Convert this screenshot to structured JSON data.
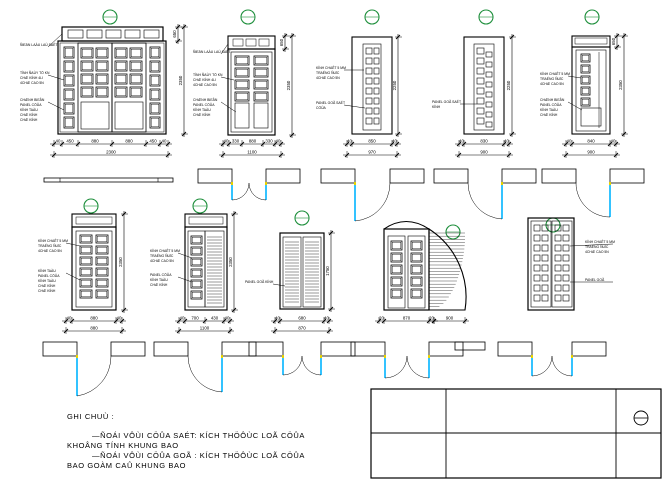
{
  "sheet": {
    "notes_title": "GHI CHUÙ :",
    "notes_line1": "—ÑOÁI VÔÙI CÖÛA SAÉT: KÍCH THÖÔÙC LOÃ CÖÛA",
    "notes_line2": "KHOÂNG TÍNH KHUNG BAO",
    "notes_line3": "—ÑOÁI VÔÙI CÖÛA GOÃ : KÍCH THÖÔÙC LOÃ CÖÛA",
    "notes_line4": "BAO GOÀM CAÛ KHUNG BAO"
  },
  "doors": {
    "d1": {
      "callout": "ÑIEÄN LAÀU LAÙ SAÉT",
      "labels": [
        "TÍNH ÑAÙY TÖ KN",
        "CHÆ KÍNH 4LI",
        "4CHÆ CAO 5N"
      ],
      "labels2": [
        "CHÆNH BIEÅN",
        "PANEL CÖÛA",
        "KÍNH TAÀU",
        "CHÆ KÍNH",
        "CHÆ KÍNH"
      ],
      "dims_bottom": [
        "40",
        "450",
        "880",
        "880",
        "450",
        "40"
      ],
      "total_width": "2300",
      "heights": [
        "650",
        "2350"
      ]
    },
    "d2": {
      "callout": "ÑIEÄN LAÀU LAÙ SAÉT",
      "labels": [
        "TÍNH ÑAÙY TÖ KN",
        "CHÆ KÍNH 4LI",
        "4CHÆ CAO 5N"
      ],
      "labels2": [
        "CHÆNH BIEÅN",
        "PANEL CÖÛA",
        "KÍNH TAÀU",
        "CHÆ KÍNH"
      ],
      "dims_bottom": [
        "40",
        "330",
        "880",
        "330",
        "40"
      ],
      "total_width": "1100",
      "heights": [
        "650",
        "2350"
      ]
    },
    "d3": {
      "labels": [
        "KÍNH CHAÊT 5 MM",
        "TRAÉNG ÑUÏC",
        "4CHÆ CAO 5N"
      ],
      "labels2": [
        "PANEL GOÃ SAÉT",
        "CÖÛA"
      ],
      "dims_bottom": [
        "40",
        "850",
        "40"
      ],
      "total_width": "970",
      "heights": [
        "2250"
      ]
    },
    "d4": {
      "labels2": [
        "PANEL GOÃ SAÉT",
        "KÍNH"
      ],
      "dims_bottom": [
        "40",
        "830",
        "40"
      ],
      "total_width": "900",
      "heights": [
        "2250"
      ]
    },
    "d5": {
      "labels": [
        "KÍNH CHAÊT 5 MM",
        "TRAÉNG ÑUÏC",
        "4CHÆ CAO 5N"
      ],
      "labels2": [
        "CHÆNH BIEÅN",
        "PANEL CÖÛA",
        "KÍNH TAÀU",
        "CHÆ KÍNH"
      ],
      "dims_bottom": [
        "40",
        "840",
        "40"
      ],
      "total_width": "900",
      "heights": [
        "650",
        "2350"
      ]
    },
    "d6": {
      "labels": [
        "KÍNH CHAÊT 5 MM",
        "TRAÉNG ÑUÏC",
        "4CHÆ CAO 5N"
      ],
      "labels2": [
        "KÍNH TAÀU",
        "PANEL CÖÛA",
        "KÍNH TAÀU",
        "CHÆ KÍNH",
        "CHÆ KÍNH"
      ],
      "dims_bottom": [
        "40",
        "880",
        "40"
      ],
      "total_width": "880",
      "heights": [
        "2350"
      ]
    },
    "d7": {
      "labels": [
        "KÍNH CHAÊT 5 MM",
        "TRAÉNG ÑUÏC",
        "4CHÆ CAO 5N"
      ],
      "labels2": [
        "PANEL CÖÛA",
        "KÍNH TAÀU",
        "CHÆ KÍNH"
      ],
      "dims_bottom": [
        "40",
        "700",
        "430",
        "40"
      ],
      "total_width": "1100",
      "heights": [
        "2350"
      ]
    },
    "d8": {
      "labels": [
        "PANEL GOÃ KÍNH"
      ],
      "dims_bottom": [
        "40",
        "680",
        "40"
      ],
      "total_width": "870",
      "heights": [
        "1750"
      ]
    },
    "d9": {
      "dims_bottom": [
        "20",
        "870",
        "20"
      ],
      "total_width": "870",
      "extra_width": "900"
    },
    "d10": {
      "labels": [
        "KÍNH CHAÊT 5 MM",
        "TRAÉNG ÑUÏC",
        "4CHÆ CAO 5N"
      ],
      "labels2": [
        "PANEL GOÃ"
      ]
    }
  },
  "colors": {
    "line": "#000000",
    "callout": "#1e8f3c",
    "leaf": "#00b4ff",
    "hinge": "#e8d400"
  }
}
